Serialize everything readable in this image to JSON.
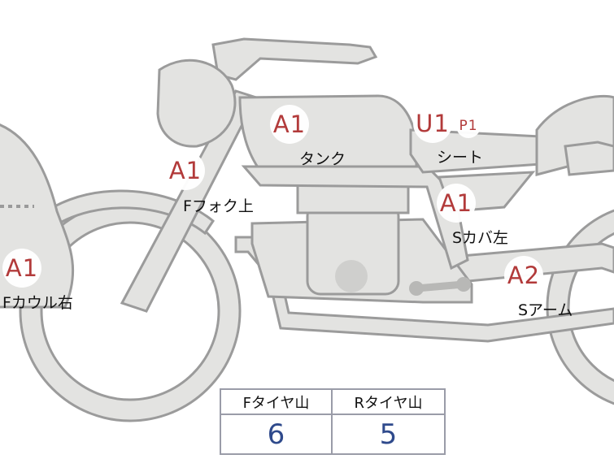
{
  "markers": [
    {
      "id": "f-cowl-right",
      "code": "A1",
      "label": "Fカウル右"
    },
    {
      "id": "f-fork-upper",
      "code": "A1",
      "label": "Fフォク上"
    },
    {
      "id": "tank",
      "code": "A1",
      "label": "タンク"
    },
    {
      "id": "seat",
      "code": "U1",
      "extra": "P1",
      "label": "シート"
    },
    {
      "id": "s-cover-left",
      "code": "A1",
      "label": "Sカバ左"
    },
    {
      "id": "s-arm",
      "code": "A2",
      "label": "Sアーム"
    }
  ],
  "tire_table": {
    "headers": [
      "Fタイヤ山",
      "Rタイヤ山"
    ],
    "values": [
      "6",
      "5"
    ]
  },
  "colors": {
    "marker_text": "#b23a3a",
    "tire_value": "#2f4a8c",
    "bike_fill": "#e3e3e1",
    "bike_stroke": "#9b9b9b"
  }
}
